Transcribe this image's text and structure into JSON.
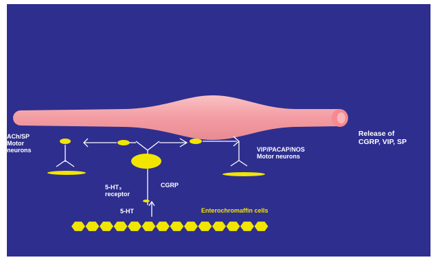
{
  "colors": {
    "background": "#2e2e8f",
    "muscle_fiber": "#f7a3a8",
    "cells": "#f2e600",
    "lines": "#ffffff"
  },
  "labels": {
    "ach_sp": "ACh/SP\nMotor\nneurons",
    "vip_pacap_nos": "VIP/PACAP/NOS\nMotor neurons",
    "release": "Release of\nCGRP, VIP, SP",
    "receptor": "5-HT₃\nreceptor",
    "cgrp": "CGRP",
    "serotonin": "5-HT",
    "ec_cells": "Enterochromaffin cells"
  }
}
